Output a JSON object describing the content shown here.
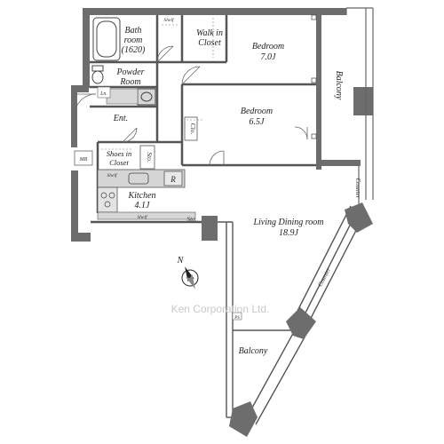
{
  "rooms": {
    "bathroom": "Bath room (1620)",
    "bathroom_l1": "Bath",
    "bathroom_l2": "room",
    "bathroom_l3": "(1620)",
    "walk_in_closet_l1": "Walk in",
    "walk_in_closet_l2": "Closet",
    "bedroom1_name": "Bedroom",
    "bedroom1_size": "7.0J",
    "bedroom2_name": "Bedroom",
    "bedroom2_size": "6.5J",
    "powder_room_l1": "Powder",
    "powder_room_l2": "Room",
    "entrance": "Ent.",
    "shoes_in_closet_l1": "Shoes in",
    "shoes_in_closet_l2": "Closet",
    "kitchen_name": "Kitchen",
    "kitchen_size": "4.1J",
    "living_name": "Living Dining room",
    "living_size": "18.9J",
    "balcony_east": "Balcony",
    "balcony_south": "Balcony"
  },
  "fixtures": {
    "shelf_top": "Shelf",
    "shelf_kitchen": "Shelf",
    "shelf_bottom": "Shelf",
    "ln": "Ln.",
    "clo": "Clo.",
    "sto_hall": "Sto.",
    "sto_bottom": "Sto.",
    "refrigerator": "R",
    "mb": "MB",
    "ps": "PS",
    "counter_right": "Counter",
    "counter_diagonal": "Counter"
  },
  "compass": {
    "label": "N"
  },
  "watermark": "Ken Corporation Ltd.",
  "colors": {
    "wall": "#6d6d6d",
    "line": "#555555",
    "grey_fill": "#bdbdbd"
  }
}
